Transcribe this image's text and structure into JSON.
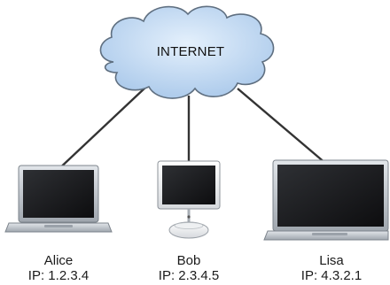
{
  "cloud": {
    "label": "INTERNET",
    "color": "#bcd6f2"
  },
  "nodes": [
    {
      "id": "alice",
      "name": "Alice",
      "ip": "IP: 1.2.3.4",
      "device": "laptop-small-icon"
    },
    {
      "id": "bob",
      "name": "Bob",
      "ip": "IP: 2.3.4.5",
      "device": "imac-g4-desktop-icon"
    },
    {
      "id": "lisa",
      "name": "Lisa",
      "ip": "IP: 4.3.2.1",
      "device": "laptop-large-icon"
    }
  ],
  "colors": {
    "link": "#333333",
    "metal": "#c8cdd3",
    "screen": "#1c1c1e"
  }
}
